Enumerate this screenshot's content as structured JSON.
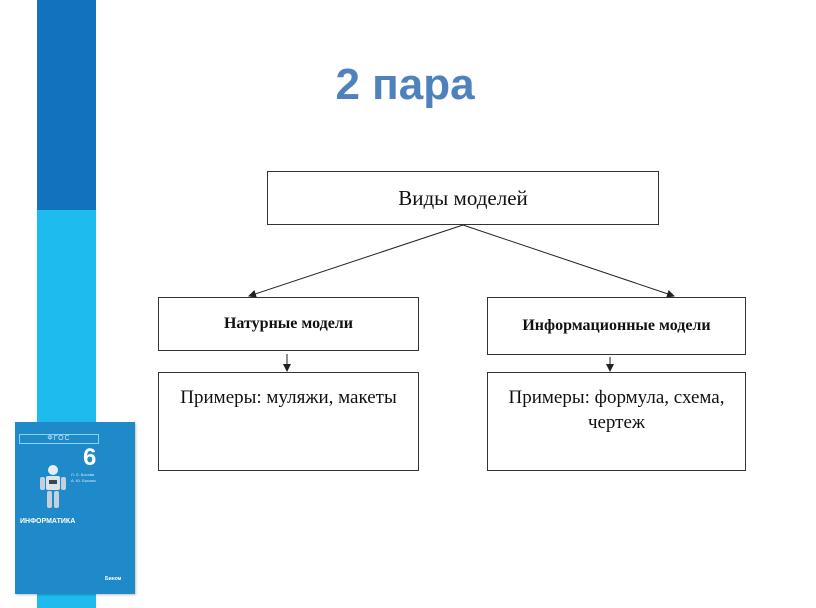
{
  "slide": {
    "title": "2 пара"
  },
  "diagram": {
    "root": "Виды моделей",
    "branches": [
      {
        "category": "Натурные модели",
        "examples": "Примеры: муляжи, макеты"
      },
      {
        "category": "Информационные модели",
        "examples": "Примеры: формула, схема, чертеж"
      }
    ]
  },
  "book": {
    "fgos": "ФГОС",
    "grade": "6",
    "title": "ИНФОРМАТИКА",
    "authors": [
      "Л. Л. Босова",
      "А. Ю. Босова"
    ],
    "publisher": "Бином"
  },
  "colors": {
    "stripe_dark": "#1272bd",
    "stripe_light": "#1ebcee",
    "title": "#4f81bd",
    "book": "#1f8ac9"
  }
}
